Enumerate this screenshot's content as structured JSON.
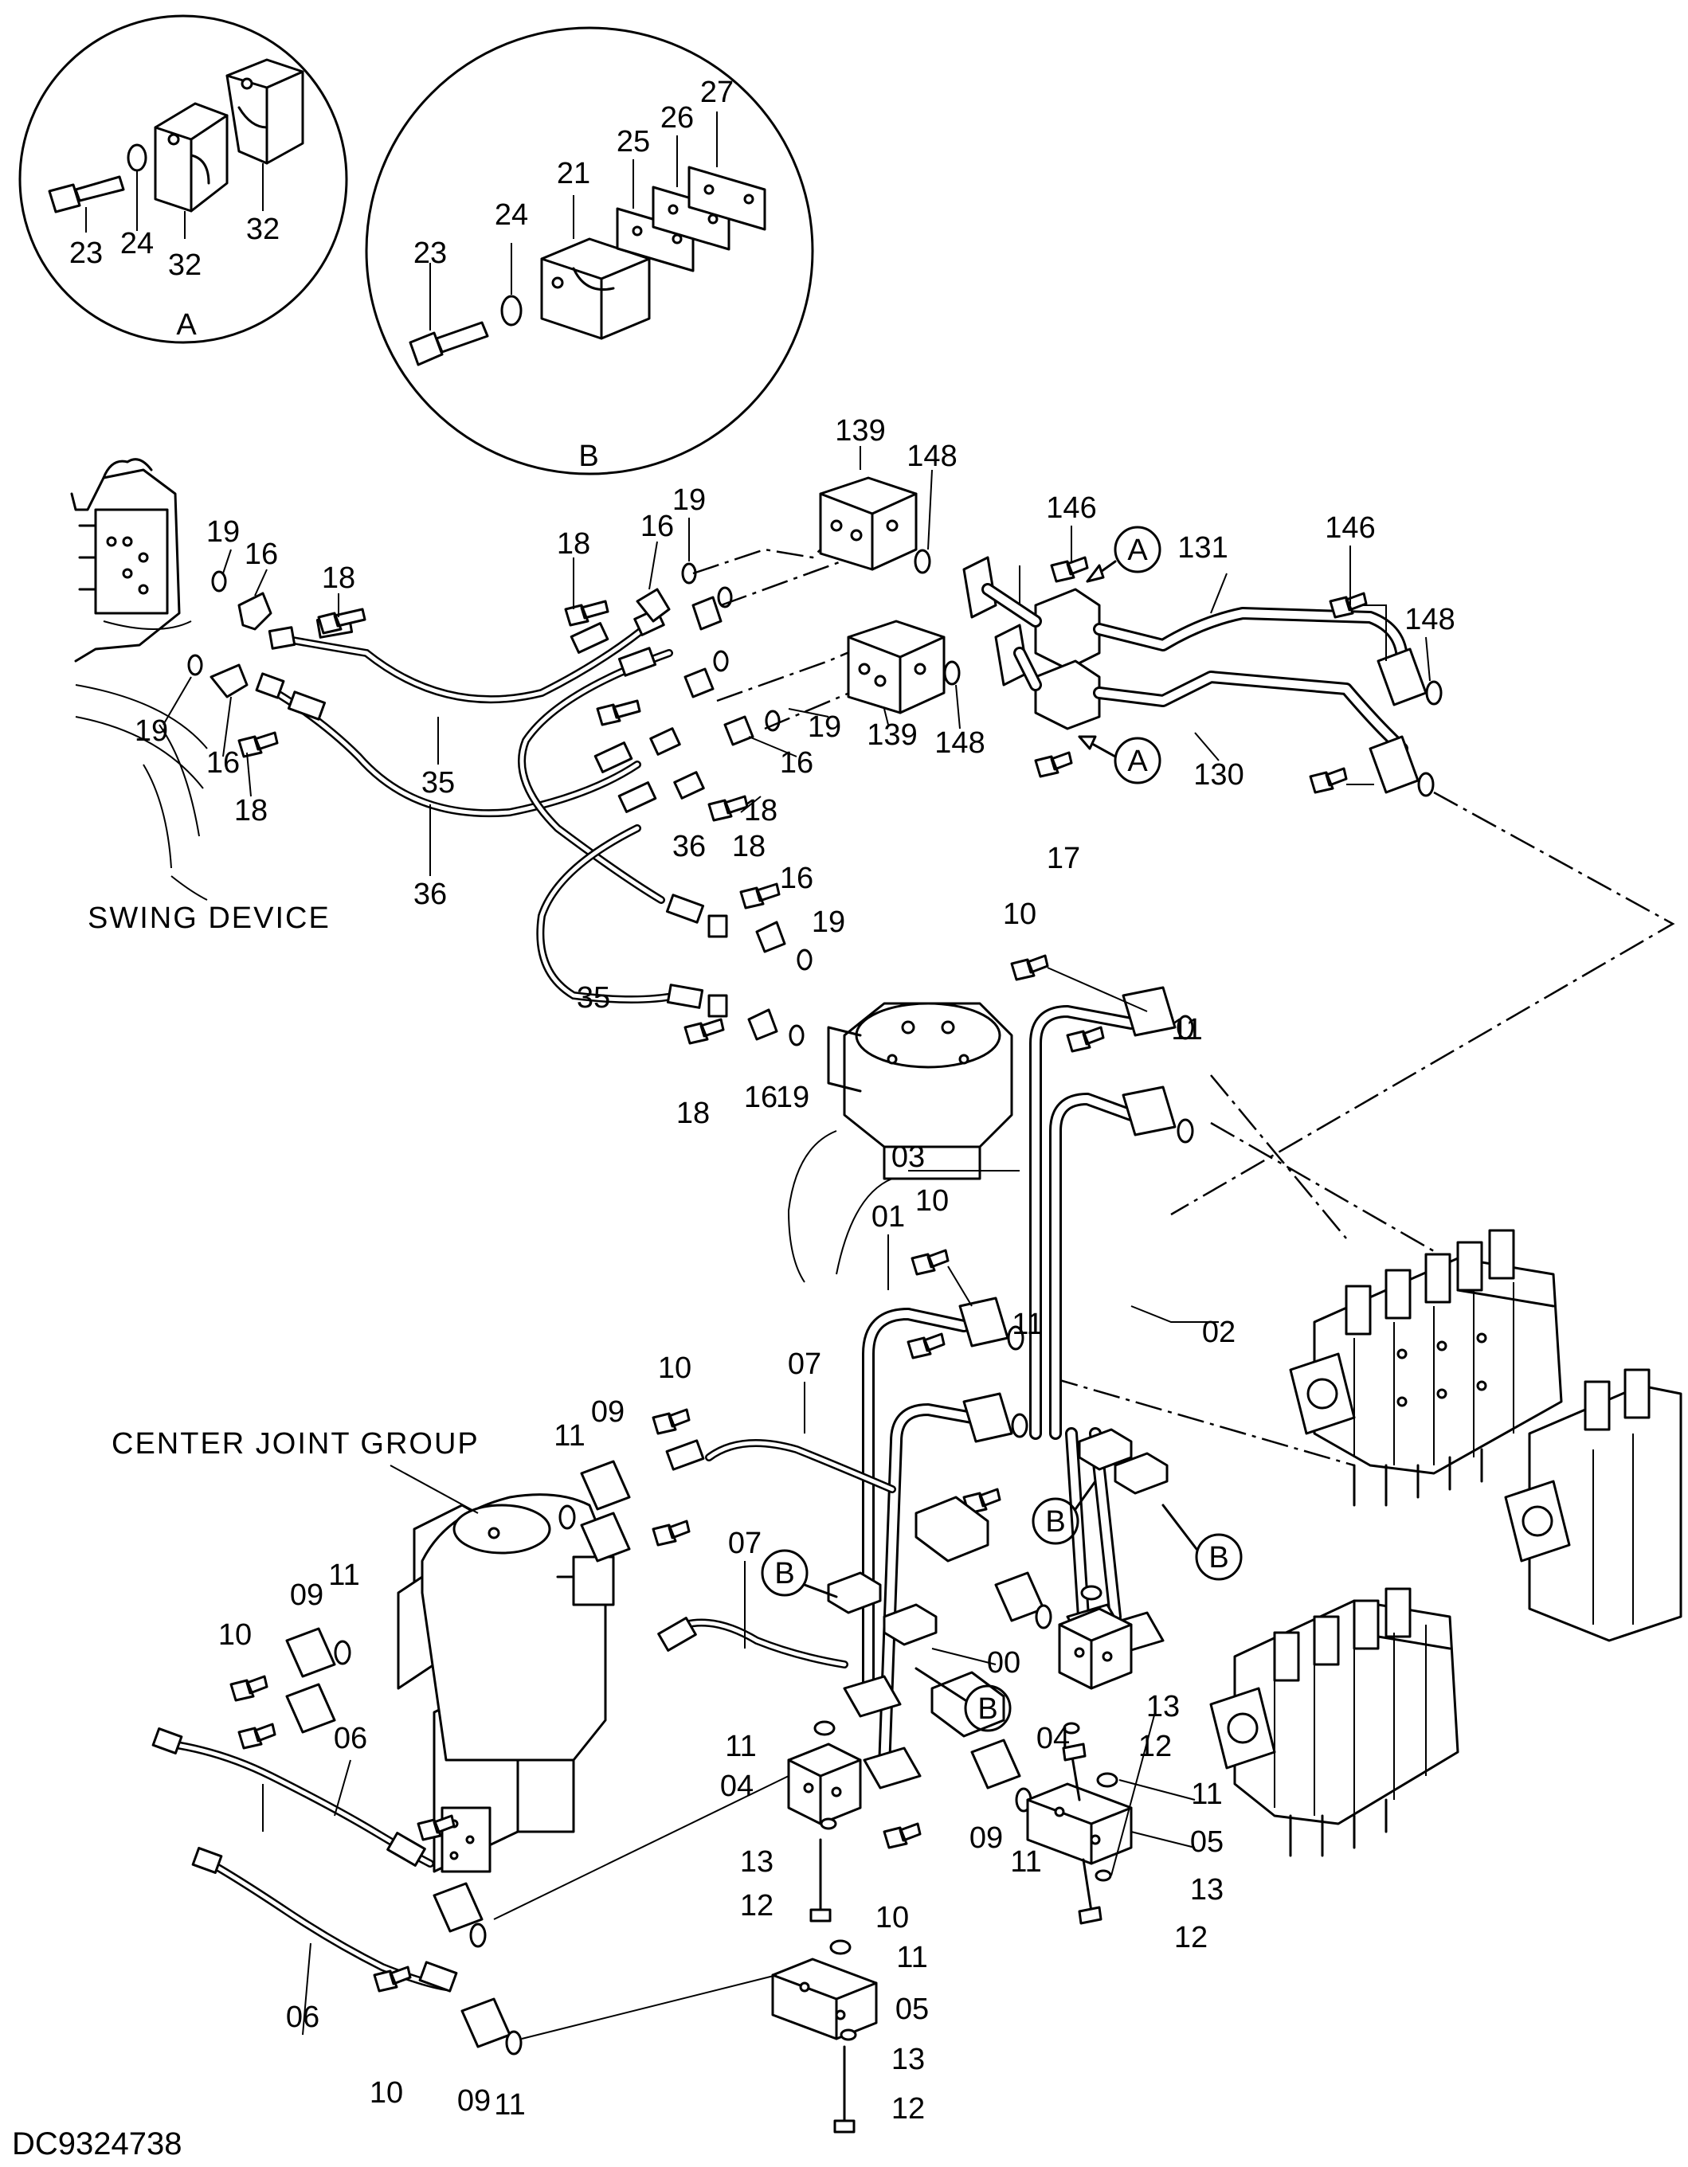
{
  "drawing_number": "DC9324738",
  "detail_views": [
    {
      "letter": "A",
      "callouts": [
        "23",
        "24",
        "32",
        "32"
      ]
    },
    {
      "letter": "B",
      "callouts": [
        "23",
        "24",
        "21",
        "25",
        "26",
        "27"
      ]
    }
  ],
  "assembly_labels": {
    "swing_device": "SWING DEVICE",
    "center_joint": "CENTER JOINT GROUP"
  },
  "detail_refs": {
    "a": "A",
    "b": "B"
  },
  "callouts": {
    "c139a": "139",
    "c148a": "148",
    "c146a": "146",
    "c131": "131",
    "c146b": "146",
    "c148b": "148",
    "c19a": "19",
    "c16a": "16",
    "c18a": "18",
    "c18b": "18",
    "c16b": "16",
    "c19b": "19",
    "c19c": "19",
    "c16c": "16",
    "c18c": "18",
    "c35a": "35",
    "c36a": "36",
    "c139b": "139",
    "c148c": "148",
    "c19d": "19",
    "c16d": "16",
    "c18d": "18",
    "c130": "130",
    "c17": "17",
    "c36b": "36",
    "c18e": "18",
    "c16e": "16",
    "c19e": "19",
    "c35b": "35",
    "c18f": "18",
    "c16f": "16",
    "c19f": "19",
    "c10a": "10",
    "c11a": "11",
    "c03": "03",
    "c01": "01",
    "c10b": "10",
    "c11b": "11",
    "c02": "02",
    "c07a": "07",
    "c10c": "10",
    "c11c": "11",
    "c09a": "09",
    "c07b": "07",
    "c00": "00",
    "c09b": "09",
    "c11d": "11",
    "c10d": "10",
    "c06a": "06",
    "c13a": "13",
    "c12a": "12",
    "c04a": "04",
    "c11e": "11",
    "c04b": "04",
    "c13b": "13",
    "c12b": "12",
    "c10e": "10",
    "c09c": "09",
    "c11f": "11",
    "c11g": "11",
    "c05a": "05",
    "c13c": "13",
    "c12c": "12",
    "c06b": "06",
    "c11h": "11",
    "c05b": "05",
    "c13d": "13",
    "c12d": "12",
    "c10f": "10",
    "c09d": "09",
    "c11i": "11"
  }
}
